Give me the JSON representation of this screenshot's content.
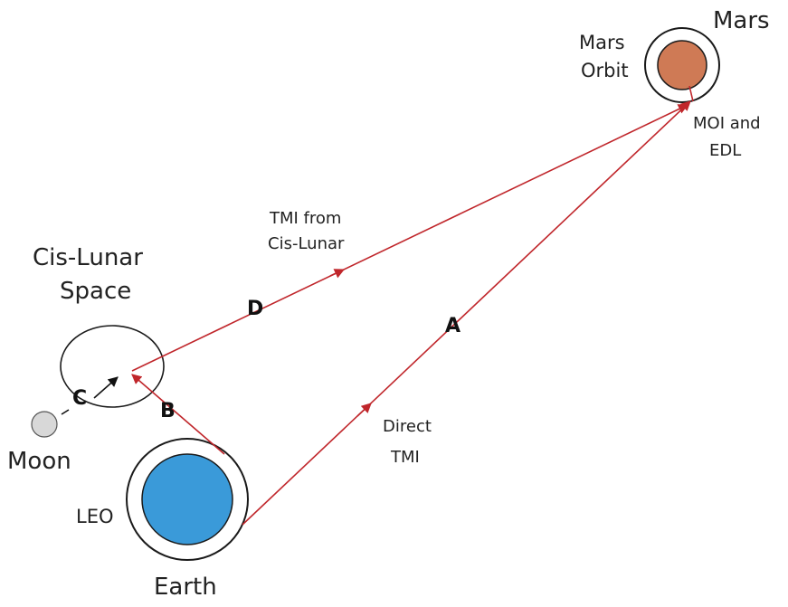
{
  "colors": {
    "trajectory": "#c0262b",
    "earth": "#3a9ad9",
    "mars": "#cf7a55",
    "moon": "#d8d8d8",
    "orbit_line": "#1a1a1a"
  },
  "bodies": {
    "mars": "Mars",
    "mars_orbit_line1": "Mars",
    "mars_orbit_line2": "Orbit",
    "moon": "Moon",
    "earth": "Earth",
    "leo": "LEO",
    "cislunar_line1": "Cis-Lunar",
    "cislunar_line2": "Space"
  },
  "paths": {
    "a": {
      "letter": "A",
      "label_line1": "Direct",
      "label_line2": "TMI"
    },
    "b": {
      "letter": "B"
    },
    "c": {
      "letter": "C"
    },
    "d": {
      "letter": "D",
      "label_line1": "TMI from",
      "label_line2": "Cis-Lunar"
    },
    "arrival": {
      "label_line1": "MOI and",
      "label_line2": "EDL"
    }
  }
}
